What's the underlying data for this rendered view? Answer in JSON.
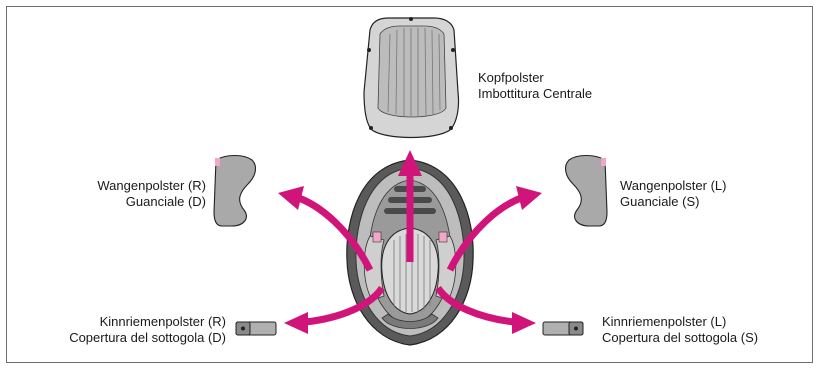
{
  "labels": {
    "head_pad": {
      "line1": "Kopfpolster",
      "line2": "Imbottitura Centrale"
    },
    "cheek_pad_right": {
      "line1": "Wangenpolster (R)",
      "line2": "Guanciale (D)"
    },
    "cheek_pad_left": {
      "line1": "Wangenpolster (L)",
      "line2": "Guanciale (S)"
    },
    "chin_strap_right": {
      "line1": "Kinnriemenpolster (R)",
      "line2": "Copertura del sottogola (D)"
    },
    "chin_strap_left": {
      "line1": "Kinnriemenpolster (L)",
      "line2": "Copertura del sottogola (S)"
    }
  },
  "colors": {
    "arrow": "#d0147a",
    "pad_fill": "#c8c8c8",
    "pad_dark": "#8a8a8a",
    "outline": "#222222",
    "accent_pink": "#f2a6c8"
  }
}
